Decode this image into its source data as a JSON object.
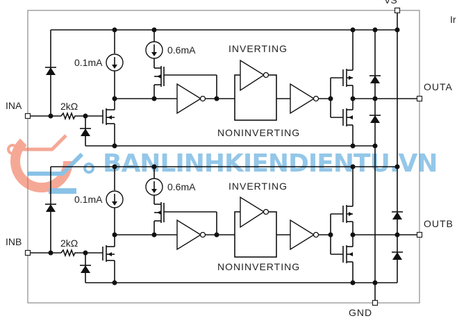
{
  "diagram": {
    "title": "Dual gate driver internal block diagram",
    "pins": {
      "vs": "VS",
      "gnd": "GND",
      "ina": "INA",
      "inb": "INB",
      "outa": "OUTA",
      "outb": "OUTB"
    },
    "channels": [
      {
        "name": "A",
        "input_label": "INA",
        "output_label": "OUTA",
        "resistor": "2kΩ",
        "bias_current": "0.1mA",
        "hysteresis_current": "0.6mA",
        "inverting_label": "INVERTING",
        "noninverting_label": "NONINVERTING"
      },
      {
        "name": "B",
        "input_label": "INB",
        "output_label": "OUTB",
        "resistor": "2kΩ",
        "bias_current": "0.1mA",
        "hysteresis_current": "0.6mA",
        "inverting_label": "INVERTING",
        "noninverting_label": "NONINVERTING"
      }
    ],
    "edge_text": "Ir",
    "watermark": "BANLINHKIENDIENTU.VN",
    "colors": {
      "wire": "#111111",
      "border": "#8a8a8a",
      "watermark_blue": "#3d9bd6",
      "watermark_orange": "#f07050"
    }
  }
}
